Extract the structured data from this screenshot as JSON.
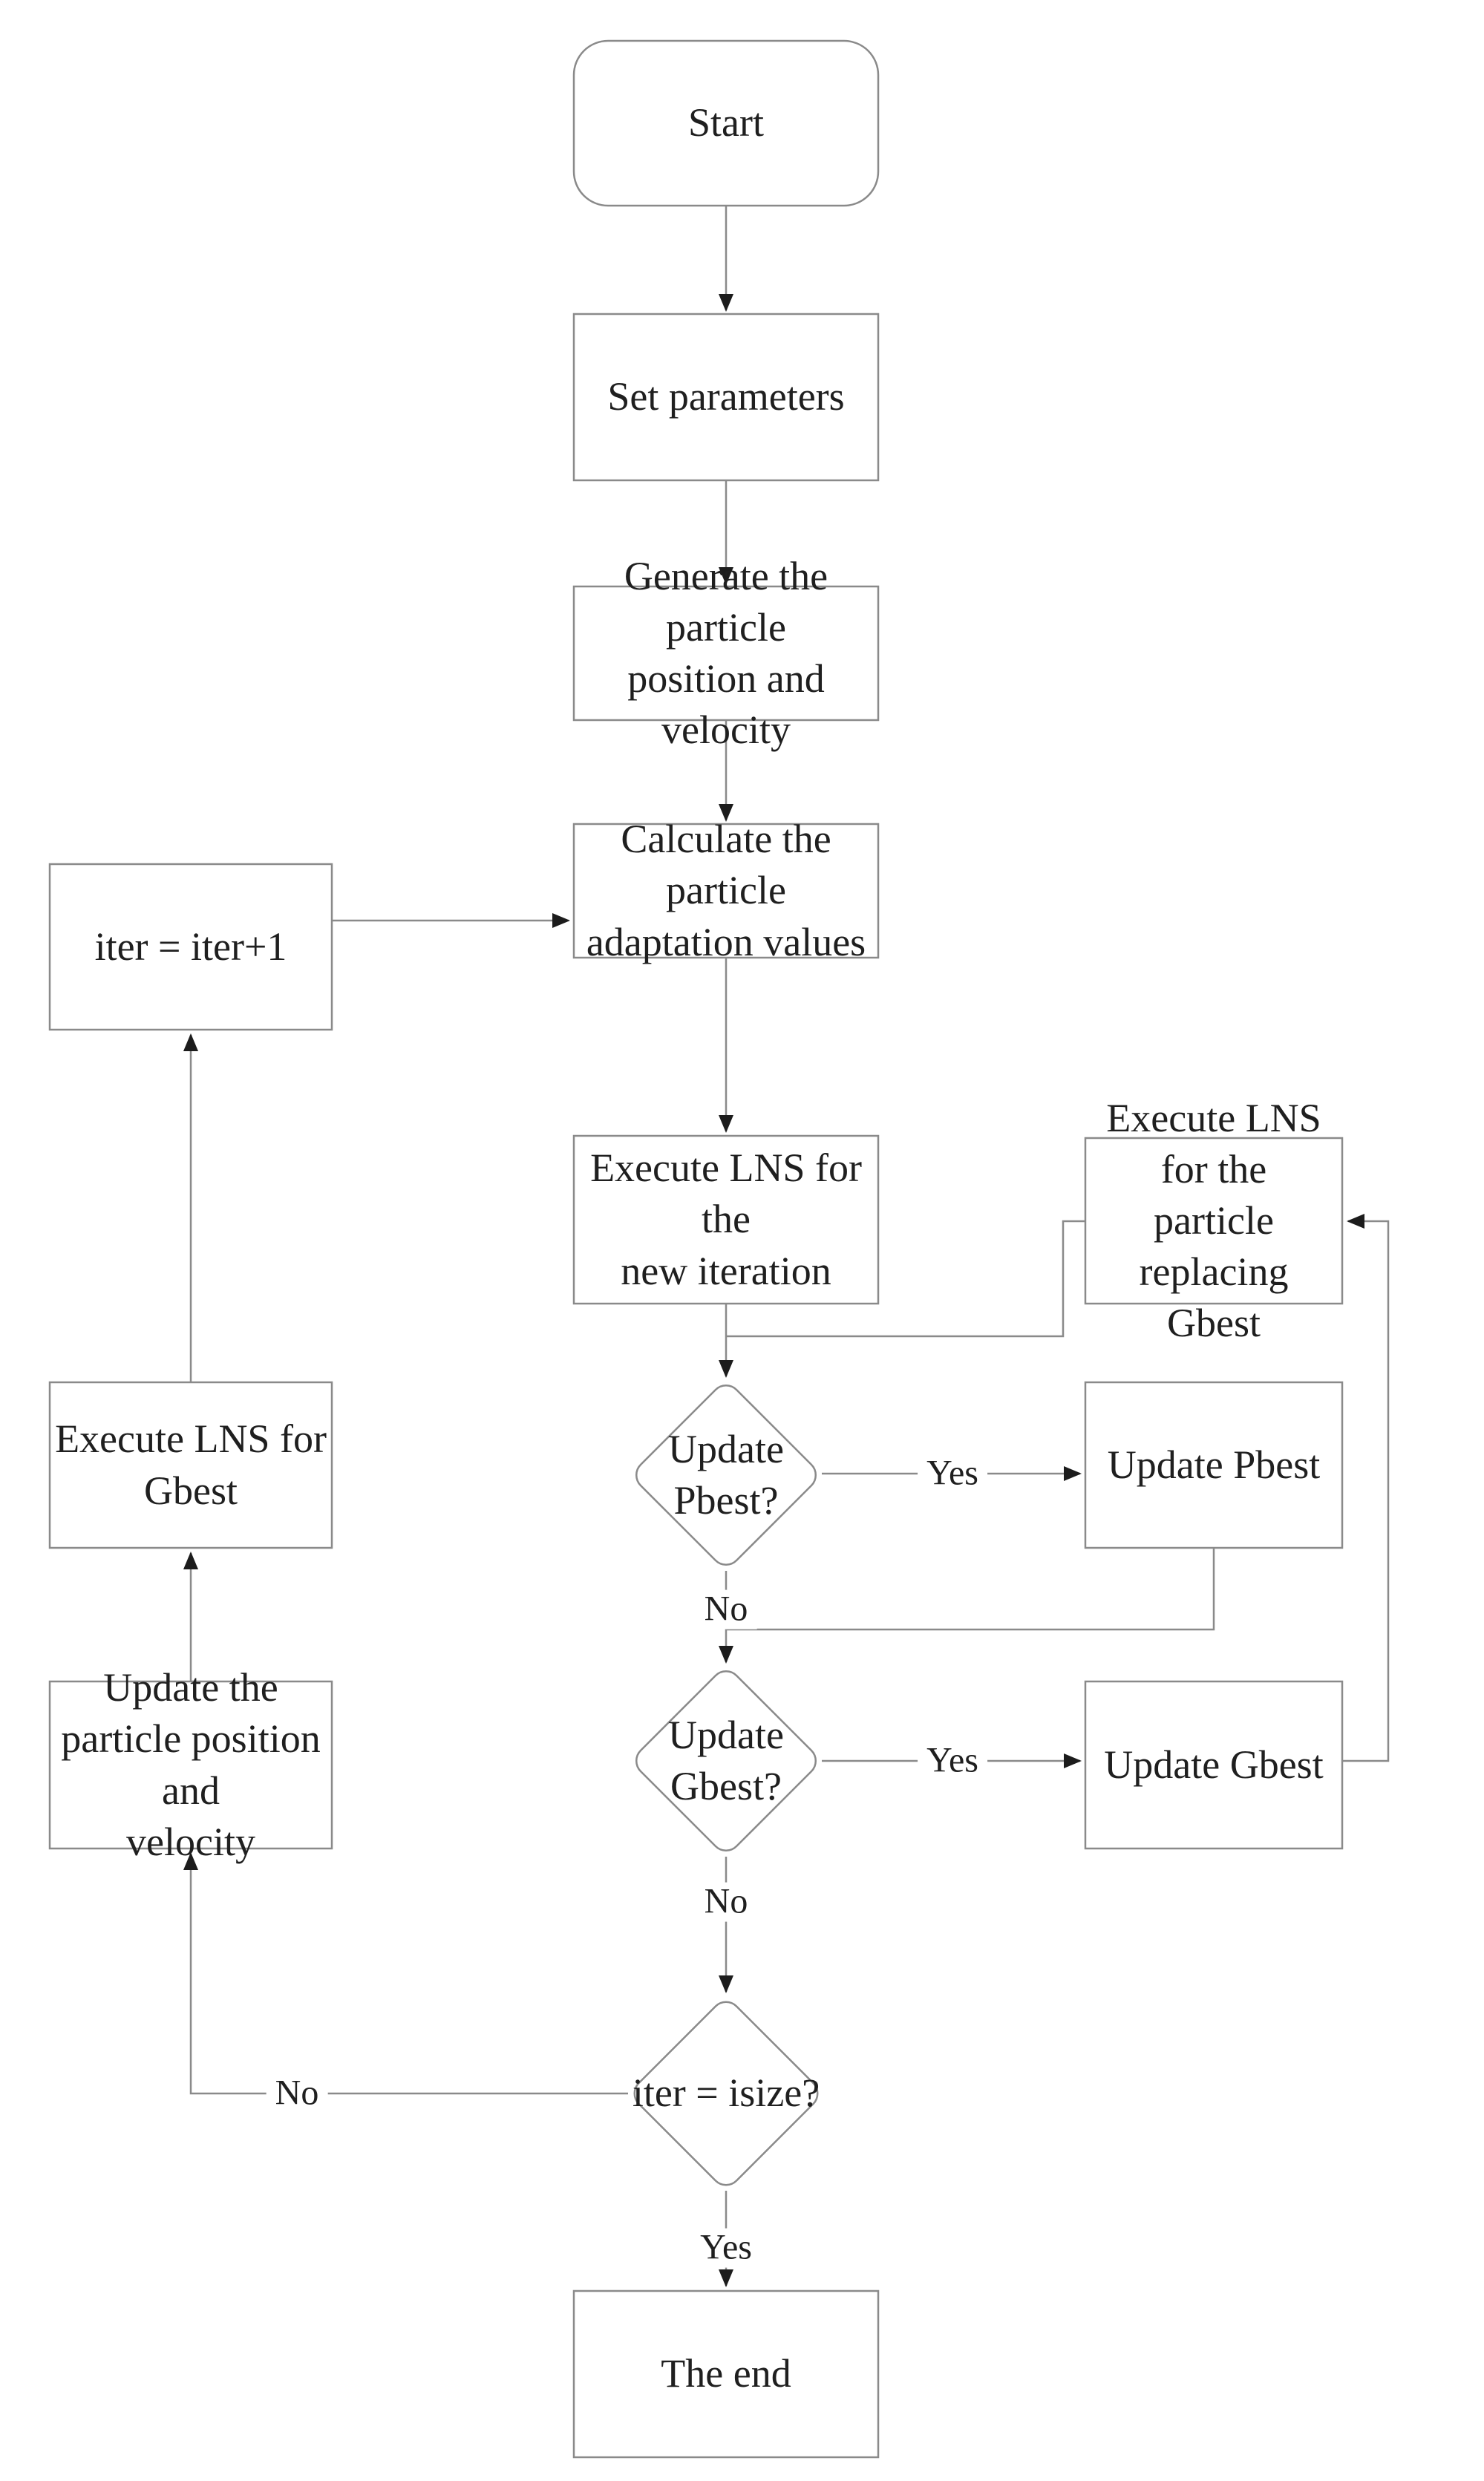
{
  "diagram": {
    "kind": "flowchart",
    "colors": {
      "background": "#ffffff",
      "line": "#8a8a8a",
      "text": "#1f1f1f",
      "arrowhead": "#1c1c1c"
    }
  },
  "nodes": {
    "start": {
      "type": "terminator",
      "label": "Start"
    },
    "set_parameters": {
      "type": "process",
      "label": "Set parameters"
    },
    "generate": {
      "type": "process",
      "label": "Generate the particle\nposition and velocity"
    },
    "calculate": {
      "type": "process",
      "label": "Calculate the particle\nadaptation values"
    },
    "execute_lns_new": {
      "type": "process",
      "label": "Execute LNS for the\nnew iteration"
    },
    "execute_lns_replace": {
      "type": "process",
      "label": "Execute LNS for the\nparticle replacing\nGbest"
    },
    "update_pbest_q": {
      "type": "decision",
      "label": "Update\nPbest?"
    },
    "update_pbest": {
      "type": "process",
      "label": "Update Pbest"
    },
    "update_gbest_q": {
      "type": "decision",
      "label": "Update\nGbest?"
    },
    "update_gbest": {
      "type": "process",
      "label": "Update Gbest"
    },
    "iter_check_q": {
      "type": "decision",
      "label": "iter = isize?"
    },
    "iter_increment": {
      "type": "process",
      "label": "iter = iter+1"
    },
    "execute_lns_gbest": {
      "type": "process",
      "label": "Execute LNS for\nGbest"
    },
    "update_particle": {
      "type": "process",
      "label": "Update the\nparticle position and\nvelocity"
    },
    "the_end": {
      "type": "process",
      "label": "The end"
    }
  },
  "edges": {
    "pbest_yes": {
      "label": "Yes"
    },
    "pbest_no": {
      "label": "No"
    },
    "gbest_yes": {
      "label": "Yes"
    },
    "gbest_no": {
      "label": "No"
    },
    "iter_no": {
      "label": "No"
    },
    "iter_yes": {
      "label": "Yes"
    }
  }
}
